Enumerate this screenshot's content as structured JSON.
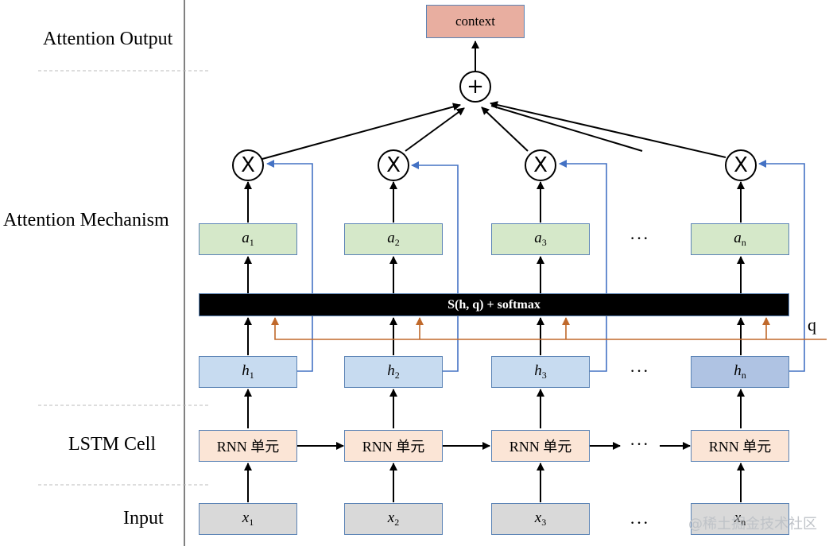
{
  "layers": {
    "output": "Attention Output",
    "mechanism": "Attention Mechanism",
    "lstm": "LSTM Cell",
    "input": "Input"
  },
  "context_label": "context",
  "sum_symbol": "+",
  "mult_symbol": "X",
  "score_label": "S(h, q) + softmax",
  "query_label": "q",
  "ellipsis": "···",
  "rnn_label": "RNN 单元",
  "weights": [
    {
      "base": "a",
      "sub": "1"
    },
    {
      "base": "a",
      "sub": "2"
    },
    {
      "base": "a",
      "sub": "3"
    },
    {
      "base": "a",
      "sub": "n"
    }
  ],
  "hiddens": [
    {
      "base": "h",
      "sub": "1"
    },
    {
      "base": "h",
      "sub": "2"
    },
    {
      "base": "h",
      "sub": "3"
    },
    {
      "base": "h",
      "sub": "n"
    }
  ],
  "inputs": [
    {
      "base": "x",
      "sub": "1"
    },
    {
      "base": "x",
      "sub": "2"
    },
    {
      "base": "x",
      "sub": "3"
    },
    {
      "base": "x",
      "sub": "n"
    }
  ],
  "watermark": "@稀土掘金技术社区",
  "colors": {
    "input_fill": "#d9d9d9",
    "rnn_fill": "#fbe5d6",
    "hidden_fill": "#c7dbf0",
    "weight_fill": "#d5e8c9",
    "context_fill": "#e8aea0",
    "box_border": "#5b83b5",
    "query_line": "#c0692b",
    "skip_line": "#4472c4"
  }
}
